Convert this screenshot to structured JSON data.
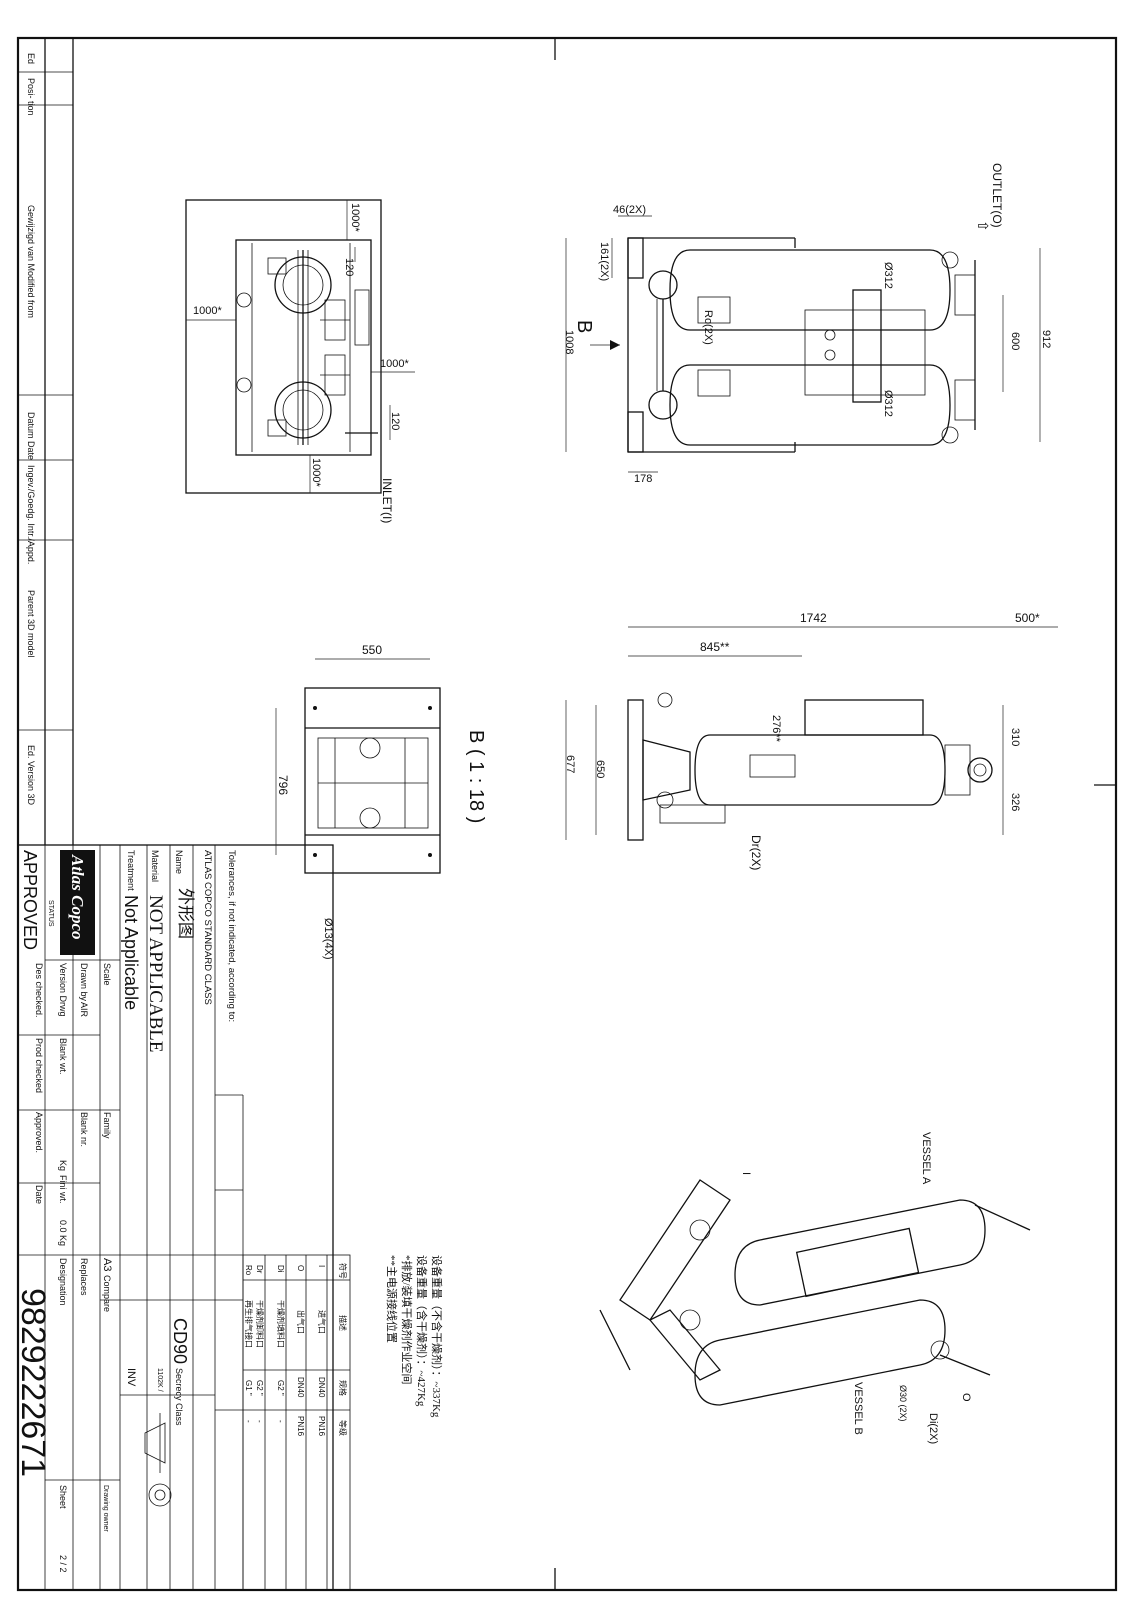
{
  "revision_column": {
    "ed": "Ed",
    "position": "Posi-\ntion",
    "modified_from": "Gewijzigd van\nModified from",
    "date": "Datum\nDate",
    "initials": "Ingev./Goedg.\nIntr./Appd.",
    "parent_model": "Parent 3D model",
    "version_3d": "Ed. Version 3D"
  },
  "title_block": {
    "tolerances": "Tolerances, if not indicated, according to:",
    "standard": "ATLAS COPCO STANDARD CLASS",
    "name_label": "Name",
    "name_value": "外形图",
    "material_label": "Material",
    "material_value": "NOT APPLICABLE",
    "treatment_label": "Treatment",
    "treatment_value": "Not Applicable",
    "status_label": "STATUS",
    "status_value": "APPROVED",
    "logo": "Atlas Copco",
    "scale_label": "Scale",
    "drawn_by_label": "Drawn by",
    "drawn_by_value": "AIR",
    "version_drwg": "Version Drwg",
    "des_checked": "Des checked.",
    "blank_wt": "Blank wt.",
    "prod_checked": "Prod checked",
    "family_label": "Family",
    "blank_nr": "Blank nr.",
    "kg": "Kg",
    "fini_wt": "Fini wt.",
    "approved": "Approved.",
    "date_label": "Date",
    "fini_wt_value": "0.0 Kg",
    "format": "A3",
    "compare": "Compare",
    "replaces": "Replaces",
    "designation": "Designation",
    "model": "CD90",
    "secrecy_label": "Secrecy Class",
    "secrecy_value": "1102K /",
    "inv": "INV",
    "drawing_owner": "Drawing owner",
    "sheet_label": "Sheet",
    "sheet_value": "2  / 2",
    "drawing_number": "9829222671"
  },
  "notes": {
    "weight_without": "设备重量（不含干燥剂）：~337Kg",
    "weight_with": "设备重量（含干燥剂）：~427Kg",
    "service_space": "*排放/装填干燥剂作业空间",
    "power_position": "**主电源接线位置"
  },
  "connections_table": {
    "headers": [
      "符号",
      "描述",
      "规格",
      "等级"
    ],
    "rows": [
      [
        "I",
        "进气口",
        "DN40",
        "PN16"
      ],
      [
        "O",
        "出气口",
        "DN40",
        "PN16"
      ],
      [
        "Di",
        "干燥剂填料口",
        "G2 \"",
        "-"
      ],
      [
        "Dr",
        "干燥剂卸料口",
        "G2 \"",
        "-"
      ],
      [
        "Ro",
        "再生排气接口",
        "G1 \"",
        "-"
      ]
    ]
  },
  "views": {
    "top": {
      "dims": [
        "46(2X)",
        "161(2X)",
        "B",
        "1008",
        "Ro(2X)",
        "178",
        "Ø312",
        "Ø312",
        "600",
        "912"
      ],
      "outlet": "OUTLET(O)"
    },
    "front": {
      "dims": [
        "1742",
        "500*",
        "845**",
        "276**",
        "677",
        "650",
        "310",
        "326",
        "Dr(2X)"
      ]
    },
    "plan": {
      "dims": [
        "1000*",
        "120",
        "1000*",
        "1000*",
        "120",
        "1000*"
      ],
      "inlet": "INLET(I)"
    },
    "view_b": {
      "title": "B ( 1 : 18 )",
      "dims": [
        "550",
        "796",
        "Ø13(4X)"
      ]
    },
    "iso": {
      "labels": [
        "VESSEL A",
        "VESSEL B",
        "I",
        "O",
        "Di(2X)",
        "Ø30 (2X)"
      ]
    }
  }
}
